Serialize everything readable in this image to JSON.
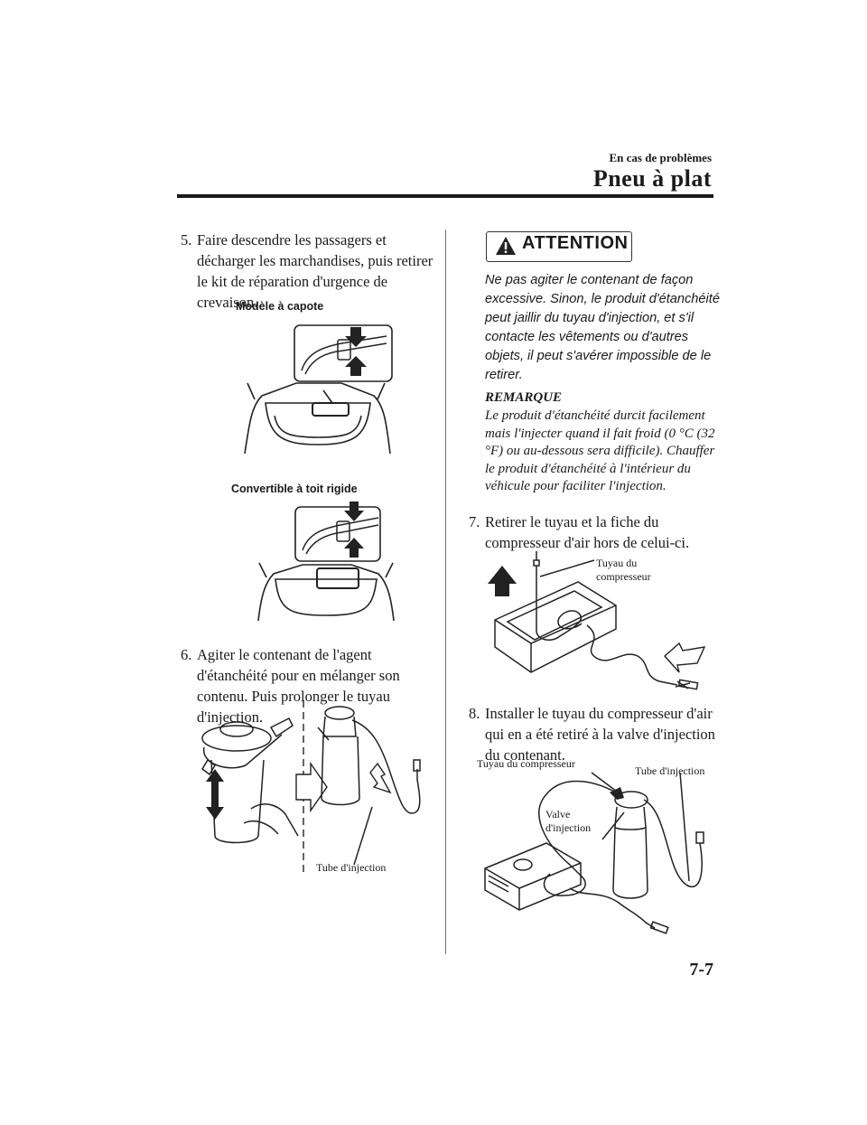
{
  "header": {
    "section": "En cas de problèmes",
    "title": "Pneu à plat"
  },
  "steps": [
    {
      "num": "5.",
      "text": "Faire descendre les passagers et décharger les marchandises, puis retirer le kit de réparation d'urgence de crevaison."
    },
    {
      "num": "6.",
      "text": "Agiter le contenant de l'agent d'étanchéité pour en mélanger son contenu. Puis prolonger le tuyau d'injection."
    },
    {
      "num": "7.",
      "text": "Retirer le tuyau et la fiche du compresseur d'air hors de celui-ci."
    },
    {
      "num": "8.",
      "text": "Installer le tuyau du compresseur d'air qui en a été retiré à la valve d'injection du contenant."
    }
  ],
  "figure_labels": {
    "soft_top": "Modèle à capote",
    "hard_top": "Convertible à toit rigide",
    "injection_tube": "Tube d'injection",
    "compressor_hose_1": "Tuyau du",
    "compressor_hose_2": "compresseur",
    "compressor_hose_full": "Tuyau du compresseur",
    "injection_tube_2": "Tube d'injection",
    "injection_valve_1": "Valve",
    "injection_valve_2": "d'injection"
  },
  "attention": {
    "label": "ATTENTION",
    "icon": "warning-triangle-icon",
    "text": "Ne pas agiter le contenant de façon excessive. Sinon, le produit d'étanchéité peut jaillir du tuyau d'injection, et s'il contacte les vêtements ou d'autres objets, il peut s'avérer impossible de le retirer."
  },
  "note": {
    "title": "REMARQUE",
    "text": "Le produit d'étanchéité durcit facilement mais l'injecter quand il fait froid (0 °C (32 °F) ou au-dessous sera difficile). Chauffer le produit d'étanchéité à l'intérieur du véhicule pour faciliter l'injection."
  },
  "page_number": "7-7"
}
